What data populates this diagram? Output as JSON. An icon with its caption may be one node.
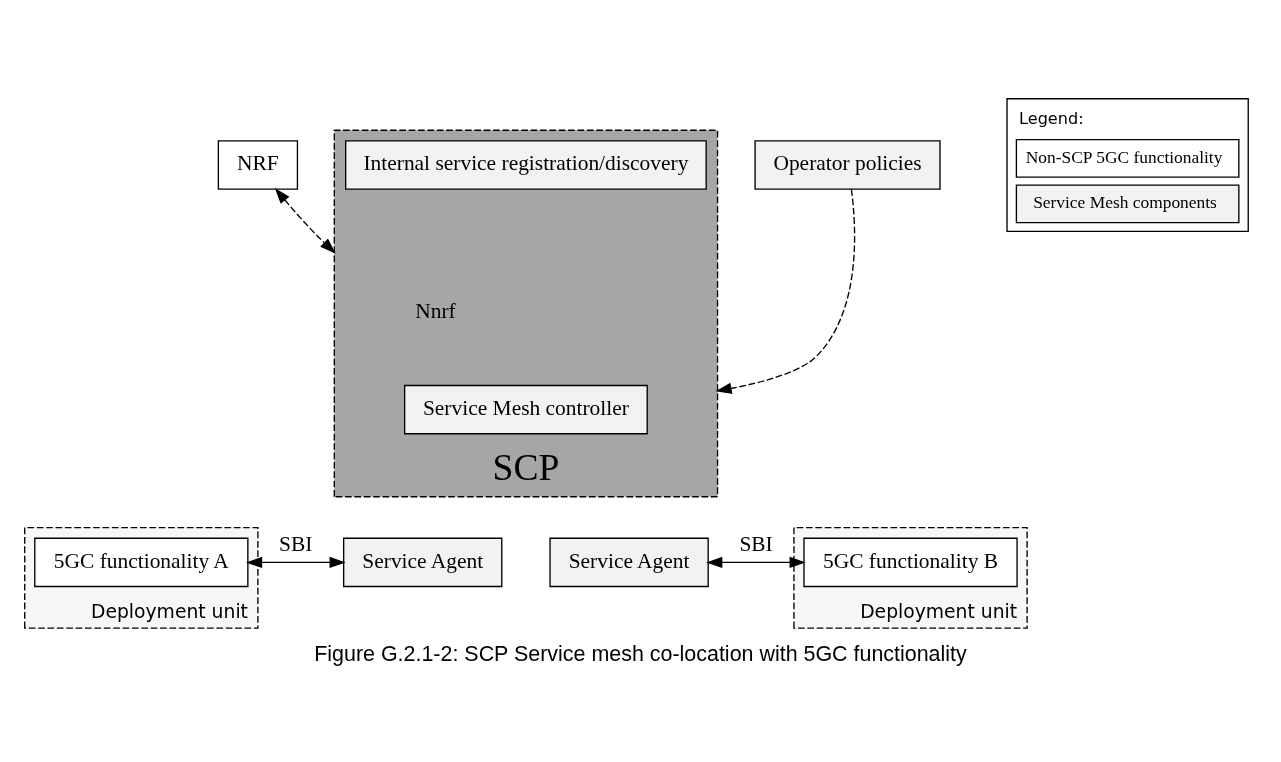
{
  "diagram": {
    "caption": "Figure G.2.1-2: SCP Service mesh co-location with 5GC functionality",
    "nodes": [
      {
        "text": [
          "NRF"
        ]
      },
      {
        "text": [
          "Operator policies"
        ]
      },
      {
        "text": [
          "SCP"
        ]
      },
      {
        "text": [
          "Service Mesh controller"
        ],
        "in": 2
      },
      {
        "text": [
          "Internal service registration/discovery"
        ],
        "in": 2
      },
      {
        "text": [
          "Deployment unit"
        ]
      },
      {
        "text": [
          "5GC functionality A"
        ],
        "in": 5
      },
      {
        "text": [
          "Service Agent"
        ]
      },
      {
        "text": [
          "Service Agent"
        ]
      },
      {
        "text": [
          "Deployment unit"
        ]
      },
      {
        "text": [
          "5GC functionality B"
        ],
        "in": 9
      }
    ],
    "edges": [
      {
        "from": 0,
        "to": 2,
        "arrow": "both",
        "style": "dashed",
        "label": "Nnrf"
      },
      {
        "from": 1,
        "to": 2,
        "arrow": "to",
        "style": "dashed"
      },
      {
        "from": 6,
        "to": 7,
        "arrow": "both",
        "label": "SBI"
      },
      {
        "from": 8,
        "to": 10,
        "arrow": "both",
        "label": "SBI"
      }
    ],
    "labels": [
      "Legend:"
    ],
    "legend": [
      {
        "text": "Non-SCP 5GC functionality",
        "color": "#ffffff"
      },
      {
        "text": "Service Mesh components",
        "color": "#f2f2f2"
      }
    ]
  }
}
